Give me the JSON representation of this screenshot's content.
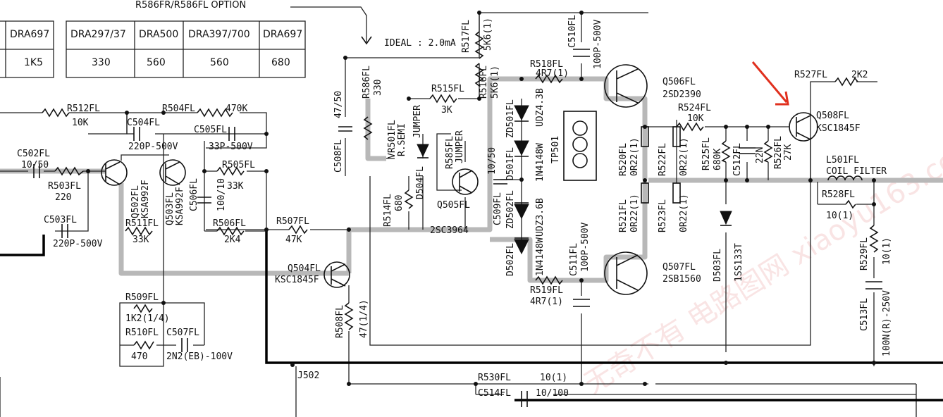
{
  "option_note": "R586FR/R586FL OPTION",
  "ideal_note": "IDEAL : 2.0mA",
  "table_left": {
    "headers": [
      "DRA697"
    ],
    "values": [
      "1K5"
    ]
  },
  "table_right": {
    "headers": [
      "DRA297/37",
      "DRA500",
      "DRA397/700",
      "DRA697"
    ],
    "values": [
      "330",
      "560",
      "560",
      "680"
    ]
  },
  "labels": {
    "r512_ref": "R512FL",
    "r512_val": "10K",
    "r504_ref": "R504FL",
    "r504_val": "470K",
    "c504_ref": "C504FL",
    "c504_val": "220P-500V",
    "c505_ref": "C505FL",
    "c505_val": "33P-500V",
    "c502_ref": "C502FL",
    "c502_val": "10/50",
    "r503_ref": "R503FL",
    "r503_val": "220",
    "q502_ref": "Q502FL",
    "q502_val": "KSA992F",
    "q503_ref": "Q503FL",
    "q503_val": "KSA992F",
    "c506_ref": "C506FL",
    "c506_val": "100/10",
    "r505_ref": "R505FL",
    "r505_val": "33K",
    "c503_ref": "C503FL",
    "c503_val": "220P-500V",
    "r511_ref": "R511FL",
    "r511_val": "33K",
    "r506_ref": "R506FL",
    "r506_val": "2K4",
    "r507_ref": "R507FL",
    "r507_val": "47K",
    "q504_ref": "Q504FL",
    "q504_val": "KSC1845F",
    "r509_ref": "R509FL",
    "r509_val": "1K2(1/4)",
    "r510_ref": "R510FL",
    "r510_val": "470",
    "c507_ref": "C507FL",
    "c507_val": "2N2(EB)-100V",
    "r508_ref": "R508FL",
    "r508_val": "47(1/4)",
    "j502": "J502",
    "c508_ref": "C508FL",
    "c508_val": "47/50",
    "r586_ref": "R586FL",
    "r586_val": "330",
    "vr501_ref": "VR501FL",
    "vr501_val": "R.SEMI",
    "r514_ref": "R514FL",
    "r514_val": "680",
    "d504_ref": "D504FL",
    "jumper1": "JUMPER",
    "r585_ref": "R585FL",
    "r585_val": "JUMPER",
    "r515_ref": "R515FL",
    "r515_val": "3K",
    "q505_ref": "Q505FL",
    "q505_val": "2SC3964",
    "r517_ref": "R517FL",
    "r517_val": "5K6(1)",
    "r516_ref": "R516FL",
    "r516_val": "5K6(1)",
    "c509_ref": "C509FL",
    "c509_val": "10/50",
    "zd501_ref": "ZD501FL",
    "zd501_val": "UDZ4.3B",
    "d501_ref": "D501FL",
    "d501_val": "1N4148W",
    "zd502_ref": "ZD502FL",
    "zd502_val": "UDZ3.6B",
    "d502_ref": "D502FL",
    "d502_val": "1N4148W",
    "r518_ref": "R518FL",
    "r518_val": "4R7(1)",
    "c510_ref": "C510FL",
    "c510_val": "100P-500V",
    "tp501": "TP501",
    "q506_ref": "Q506FL",
    "q506_val": "2SD2390",
    "q507_ref": "Q507FL",
    "q507_val": "2SB1560",
    "c511_ref": "C511FL",
    "c511_val": "100P-500V",
    "r519_ref": "R519FL",
    "r519_val": "4R7(1)",
    "r520_ref": "R520FL",
    "r520_val": "0R22(1)",
    "r521_ref": "R521FL",
    "r521_val": "0R22(1)",
    "r522_ref": "R522FL",
    "r522_val": "0R22(1)",
    "r523_ref": "R523FL",
    "r523_val": "0R22(1)",
    "r524_ref": "R524FL",
    "r524_val": "10K",
    "r525_ref": "R525FL",
    "r525_val": "680K",
    "c512_ref": "C512FL",
    "c512_val": "22N",
    "r526_ref": "R526FL",
    "r526_val": "27K",
    "q508_ref": "Q508FL",
    "q508_val": "KSC1845F",
    "r527_ref": "R527FL",
    "r527_val": "2K2",
    "l501_ref": "L501FL",
    "l501_val": "COIL FILTER",
    "r528_ref": "R528FL",
    "r528_val": "10(1)",
    "d503_ref": "D503FL",
    "d503_val": "1SS133T",
    "r529_ref": "R529FL",
    "r529_val": "10(1)",
    "c513_ref": "C513FL",
    "c513_val": "100N(R)-250V",
    "r530_ref": "R530FL",
    "r530_val": "10(1)",
    "c514_ref": "C514FL",
    "c514_val": "10/100"
  },
  "watermark": "无奇不有 电路图网 xiaoyu163.com",
  "colors": {
    "arrow": "#e0301e",
    "highlight": "#b8b8b8",
    "watermark": "#f2c4c4"
  }
}
